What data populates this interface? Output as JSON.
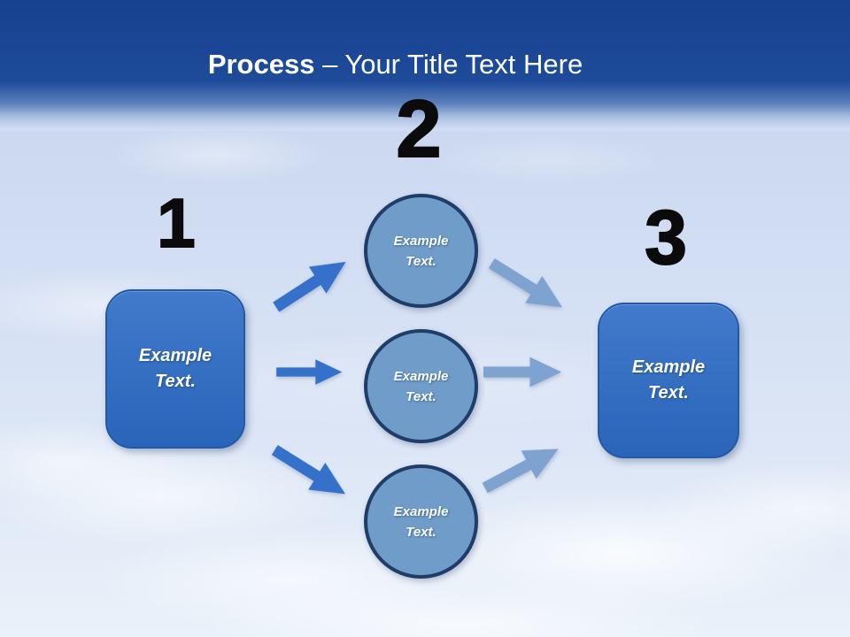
{
  "title": {
    "bold": "Process",
    "rest": "– Your Title Text Here"
  },
  "steps": [
    {
      "number": "1",
      "label": "Example Text."
    },
    {
      "number": "2",
      "nodes": [
        "Example Text.",
        "Example Text.",
        "Example Text."
      ]
    },
    {
      "number": "3",
      "label": "Example Text."
    }
  ],
  "colors": {
    "header-top": "#16418F",
    "header-mid": "#1E4C9A",
    "sky-light": "#D2DEF3",
    "box-fill": "#2C6BC5",
    "box-border": "#2458A9",
    "circle-fill": "#6F9CC9",
    "circle-border": "#1F3D68",
    "arrow-dark": "#3571CB",
    "arrow-light": "#7FA3D1",
    "number-color": "#0B0B0C",
    "title-color": "#FFFFFF",
    "label-color": "#FFFFFF"
  }
}
